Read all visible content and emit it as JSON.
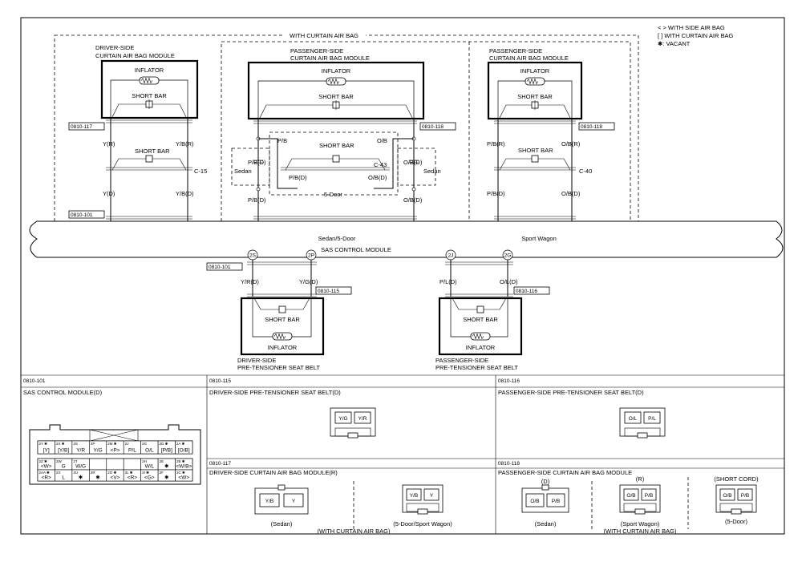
{
  "legend": {
    "side": "< > WITH SIDE AIR BAG",
    "curtain": "[ ] WITH CURTAIN AIR BAG",
    "vacant": "✱: VACANT"
  },
  "top_label": "WITH CURTAIN AIR BAG",
  "modules": {
    "driver_curtain": {
      "line1": "DRIVER-SIDE",
      "line2": "CURTAIN AIR BAG MODULE",
      "inflator": "INFLATOR",
      "shortbar": "SHORT BAR",
      "conn": "0810-117"
    },
    "pass_curtain_mid": {
      "line1": "PASSENGER-SIDE",
      "line2": "CURTAIN AIR BAG MODULE",
      "inflator": "INFLATOR",
      "shortbar": "SHORT BAR",
      "conn": "0810-118"
    },
    "pass_curtain_right": {
      "line1": "PASSENGER-SIDE",
      "line2": "CURTAIN AIR BAG MODULE",
      "inflator": "INFLATOR",
      "shortbar": "SHORT BAR",
      "conn": "0810-118"
    },
    "driver_pretensioner": {
      "line1": "DRIVER-SIDE",
      "line2": "PRE-TENSIONER SEAT BELT",
      "inflator": "INFLATOR",
      "shortbar": "SHORT BAR",
      "conn": "0810-115"
    },
    "pass_pretensioner": {
      "line1": "PASSENGER-SIDE",
      "line2": "PRE-TENSIONER SEAT BELT",
      "inflator": "INFLATOR",
      "shortbar": "SHORT BAR",
      "conn": "0810-116"
    }
  },
  "wires": {
    "left_a_top": "Y(R)",
    "left_b_top": "Y/B(R)",
    "left_a_bot": "Y(D)",
    "left_b_bot": "Y/B(D)",
    "c15": "C-15",
    "c43": "C-43",
    "c40": "C-40",
    "shortbar": "SHORT BAR",
    "mid_pb": "P/B",
    "mid_ob": "O/B",
    "mid_pbd": "P/B(D)",
    "mid_obd": "O/B(D)",
    "mid_pbd2": "P/B(D)",
    "mid_obd2": "O/B(D)",
    "mid_pbd3": "P/B(D)",
    "mid_obd3": "O/B(D)",
    "sedan_left": "Sedan",
    "sedan_right": "Sedan",
    "five_door": "5-Door",
    "right_pbr": "P/B(R)",
    "right_obr": "O/B(R)",
    "right_pbd": "P/B(D)",
    "right_obd": "O/B(D)",
    "sas_conn": "0810-101",
    "ysr": "Y/R(D)",
    "ygd": "Y/G(D)",
    "pld": "P/L(D)",
    "old": "O/L(D)"
  },
  "terminals": {
    "t2y": "2Y",
    "t2v": "2V",
    "t2d": "2D",
    "t2a": "2A",
    "t2d_r": "2D",
    "t2a_r": "2A",
    "t2s": "2S",
    "t2p": "2P",
    "t2j": "2J",
    "t2g": "2G"
  },
  "sas_bar": {
    "label": "SAS CONTROL MODULE",
    "sedan5door": "Sedan/5-Door",
    "sport_wagon": "Sport Wagon"
  },
  "panels": {
    "p101": {
      "code": "0810-101",
      "title": "SAS CONTROL MODULE(D)"
    },
    "p115": {
      "code": "0810-115",
      "title": "DRIVER-SIDE PRE-TENSIONER SEAT BELT(D)",
      "pins": [
        "Y/G",
        "Y/R"
      ]
    },
    "p116": {
      "code": "0810-116",
      "title": "PASSENGER-SIDE PRE-TENSIONER SEAT BELT(D)",
      "pins": [
        "O/L",
        "P/L"
      ]
    },
    "p117": {
      "code": "0810-117",
      "title": "DRIVER-SIDE CURTAIN AIR BAG MODULE(R)",
      "sedan_pins": [
        "Y/B",
        "Y"
      ],
      "wagon_pins": [
        "Y/B",
        "Y"
      ],
      "sedan": "(Sedan)",
      "wagon": "(5-Door/Sport Wagon)",
      "note": "(WITH CURTAIN AIR BAG)"
    },
    "p118": {
      "code": "0810-118",
      "title": "PASSENGER-SIDE CURTAIN AIR BAG MODULE",
      "d": "(D)",
      "r": "(R)",
      "short": "(SHORT CORD)",
      "sedan_pins": [
        "O/B",
        "P/B"
      ],
      "wagon_pins": [
        "O/B",
        "P/B"
      ],
      "short_pins": [
        "O/B",
        "P/B"
      ],
      "sedan": "(Sedan)",
      "wagon": "(Sport Wagon)",
      "wagon_note": "(WITH CURTAIN AIR BAG)",
      "five": "(5-Door)"
    }
  },
  "sas_grid": {
    "row1": [
      {
        "n": "2Y ✱",
        "v": "[Y]"
      },
      {
        "n": "2X ✱",
        "v": "[Y/B]"
      },
      {
        "n": "2S",
        "v": "Y/R"
      },
      {
        "n": "2P",
        "v": "Y/G"
      },
      {
        "n": "2M ✱",
        "v": "<P>"
      },
      {
        "n": "2J",
        "v": "P/L"
      },
      {
        "n": "2G",
        "v": "O/L"
      },
      {
        "n": "2D ✱",
        "v": "[P/B]"
      },
      {
        "n": "2A ✱",
        "v": "[O/B]"
      }
    ],
    "row2": [
      {
        "n": "2Z ✱",
        "v": "<W>"
      },
      {
        "n": "2W",
        "v": "G"
      },
      {
        "n": "2T",
        "v": "W/G"
      },
      {
        "n": "",
        "v": ""
      },
      {
        "n": "",
        "v": ""
      },
      {
        "n": "",
        "v": ""
      },
      {
        "n": "2H",
        "v": "W/L"
      },
      {
        "n": "2E",
        "v": "✱"
      },
      {
        "n": "2B ✱",
        "v": "<W/B>"
      }
    ],
    "row3": [
      {
        "n": "2AA ✱",
        "v": "<R>"
      },
      {
        "n": "2X",
        "v": "L"
      },
      {
        "n": "2U",
        "v": "✱"
      },
      {
        "n": "2R",
        "v": "✱"
      },
      {
        "n": "2O ✱",
        "v": "<V>"
      },
      {
        "n": "2L ✱",
        "v": "<R>"
      },
      {
        "n": "2I ✱",
        "v": "<G>"
      },
      {
        "n": "2F",
        "v": "✱"
      },
      {
        "n": "2C ✱",
        "v": "<W>"
      }
    ]
  }
}
